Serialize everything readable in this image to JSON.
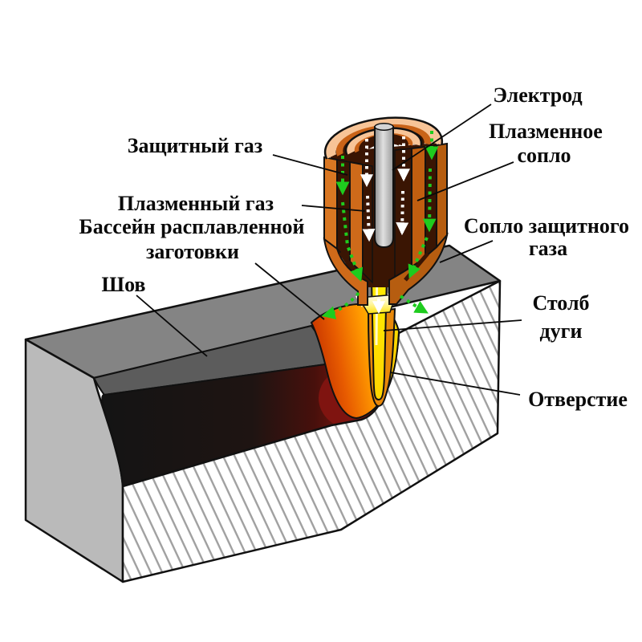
{
  "labels": {
    "shield_gas": "Защитный газ",
    "plasma_gas": "Плазменный газ",
    "pool_line1": "Бассейн расплавленной",
    "pool_line2": "заготовки",
    "seam": "Шов",
    "electrode": "Электрод",
    "plasma_nozzle_line1": "Плазменное",
    "plasma_nozzle_line2": "сопло",
    "shield_nozzle_line1": "Сопло защитного",
    "shield_nozzle_line2": "газа",
    "arc_column_line1": "Столб",
    "arc_column_line2": "дуги",
    "keyhole": "Отверстие"
  },
  "colors": {
    "shield_gas_arrow": "#1ECC1E",
    "plasma_gas_arrow": "#FFFFFF",
    "torch_body_copper": "#CE6A1A",
    "torch_rim_peach": "#F7C497",
    "torch_channel_dark": "#3A1503",
    "electrode_gray": "#C0C0C0",
    "arc_yellow": "#FFF200",
    "keyhole_wall_orange": "#E8880A",
    "molten_pool_orange": "#FF9900",
    "weld_metal_dark": "#141414",
    "weld_glow_red": "#99180C",
    "workpiece_top_gray": "#848484",
    "workpiece_end_gray": "#BABABA",
    "seam_band_gray": "#5C5C5C",
    "hatch_line_gray": "#A0A0A0",
    "outline_black": "#111111"
  }
}
